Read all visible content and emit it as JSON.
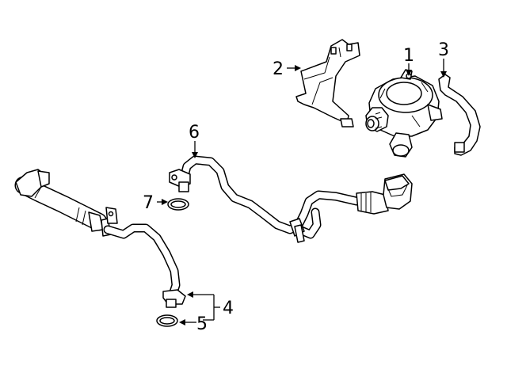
{
  "callouts": [
    {
      "id": "1",
      "label": "1"
    },
    {
      "id": "2",
      "label": "2"
    },
    {
      "id": "3",
      "label": "3"
    },
    {
      "id": "4",
      "label": "4"
    },
    {
      "id": "5",
      "label": "5"
    },
    {
      "id": "6",
      "label": "6"
    },
    {
      "id": "7",
      "label": "7"
    }
  ],
  "parts": [
    {
      "callout": "1",
      "icon": "water-pump-icon"
    },
    {
      "callout": "2",
      "icon": "mounting-bracket-icon"
    },
    {
      "callout": "3",
      "icon": "pump-strap-icon"
    },
    {
      "callout": "4",
      "icon": "coolant-line-lower-icon"
    },
    {
      "callout": "5",
      "icon": "o-ring-lower-icon"
    },
    {
      "callout": "6",
      "icon": "coolant-line-upper-icon"
    },
    {
      "callout": "7",
      "icon": "o-ring-upper-icon"
    }
  ]
}
